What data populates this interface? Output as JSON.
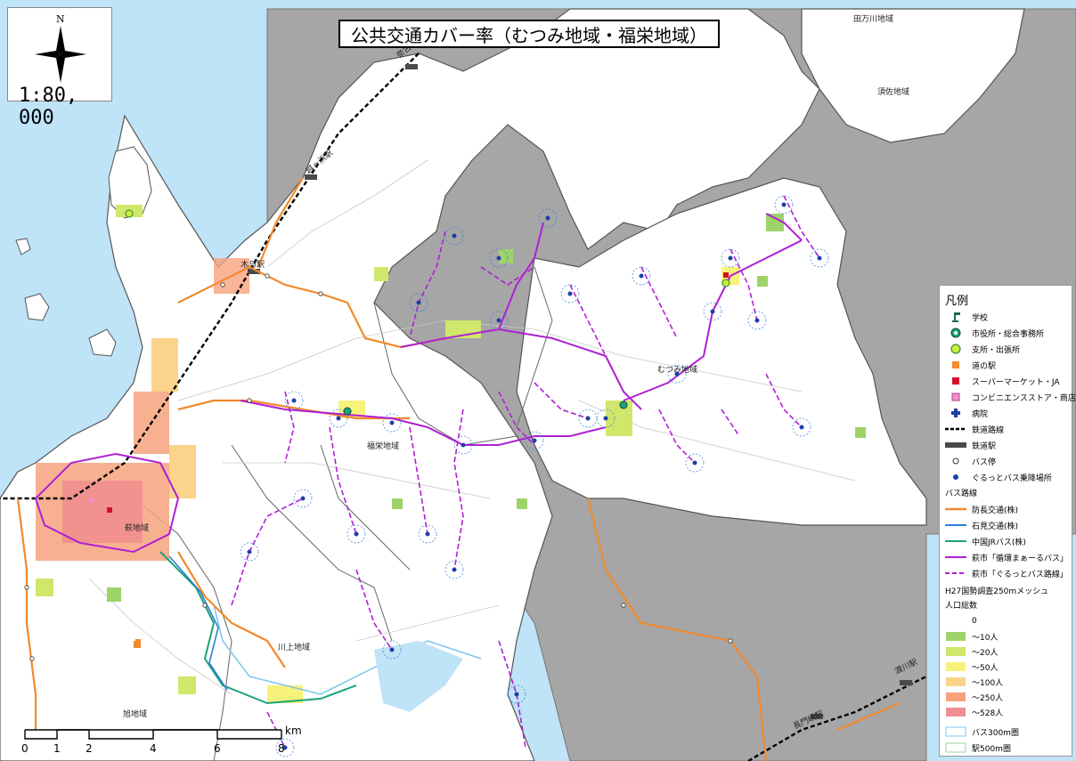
{
  "title": "公共交通カバー率（むつみ地域・福栄地域）",
  "north": {
    "letter": "N",
    "scale": "1:80, 000"
  },
  "colors": {
    "sea": "#bfe3f7",
    "land": "#ffffff",
    "outside": "#a6a6a6",
    "bofu": "#f28a2e",
    "iwami": "#2e7fd6",
    "jr": "#1aa37a",
    "junkan": "#b01fd4",
    "gurutto": "#b01fd4",
    "pop1": "#9ed36a",
    "pop2": "#cfe76a",
    "pop3": "#f7f27a",
    "pop4": "#fbd38a",
    "pop5": "#f6a37e",
    "pop6": "#f08f8f"
  },
  "place_labels": [
    {
      "name": "むつみ地域"
    },
    {
      "name": "福栄地域"
    },
    {
      "name": "須佐地域"
    },
    {
      "name": "田万川地域"
    },
    {
      "name": "川上地域"
    },
    {
      "name": "旭地域"
    },
    {
      "name": "萩地域"
    },
    {
      "name": "奈古駅"
    },
    {
      "name": "越ヶ浜駅"
    },
    {
      "name": "木与駅"
    },
    {
      "name": "長門峡駅"
    },
    {
      "name": "渡川駅"
    }
  ],
  "legend": {
    "title": "凡例",
    "items": [
      {
        "label": "学校",
        "icon": "school-icon"
      },
      {
        "label": "市役所・総合事務所",
        "icon": "city-hall-icon"
      },
      {
        "label": "支所・出張所",
        "icon": "branch-office-icon"
      },
      {
        "label": "道の駅",
        "icon": "roadside-station-icon"
      },
      {
        "label": "スーパーマーケット・JA",
        "icon": "supermarket-icon"
      },
      {
        "label": "コンビニエンスストア・商店",
        "icon": "convenience-store-icon"
      },
      {
        "label": "病院",
        "icon": "hospital-icon"
      },
      {
        "label": "鉄道路線",
        "icon": "railway-line-icon"
      },
      {
        "label": "鉄道駅",
        "icon": "railway-station-icon"
      },
      {
        "label": "バス停",
        "icon": "bus-stop-icon"
      },
      {
        "label": "ぐるっとバス乗降場所",
        "icon": "gurutto-stop-icon"
      }
    ],
    "bus_heading": "バス路線",
    "bus_routes": [
      {
        "label": "防長交通(株)",
        "icon": "bofu-line-icon"
      },
      {
        "label": "石見交通(株)",
        "icon": "iwami-line-icon"
      },
      {
        "label": "中国JRバス(株)",
        "icon": "jr-line-icon"
      },
      {
        "label": "萩市「循環まぁーるバス」",
        "icon": "junkan-line-icon"
      },
      {
        "label": "萩市「ぐるっとバス路線」",
        "icon": "gurutto-line-icon"
      }
    ],
    "mesh_heading": "H27国勢調査250mメッシュ",
    "pop_heading": "人口総数",
    "pop_classes": [
      {
        "label": "0",
        "color": "#ffffff"
      },
      {
        "label": "～10人",
        "color": "#9ed36a"
      },
      {
        "label": "～20人",
        "color": "#cfe76a"
      },
      {
        "label": "～50人",
        "color": "#f7f27a"
      },
      {
        "label": "～100人",
        "color": "#fbd38a"
      },
      {
        "label": "～250人",
        "color": "#f6a37e"
      },
      {
        "label": "～528人",
        "color": "#f08f8f"
      }
    ],
    "buffers": [
      {
        "label": "バス300m圏",
        "icon": "bus-buffer-icon"
      },
      {
        "label": "駅500m圏",
        "icon": "station-buffer-icon"
      }
    ]
  },
  "scalebar": {
    "ticks": [
      "0",
      "1",
      "2",
      "4",
      "6",
      "8"
    ],
    "unit": "km"
  }
}
